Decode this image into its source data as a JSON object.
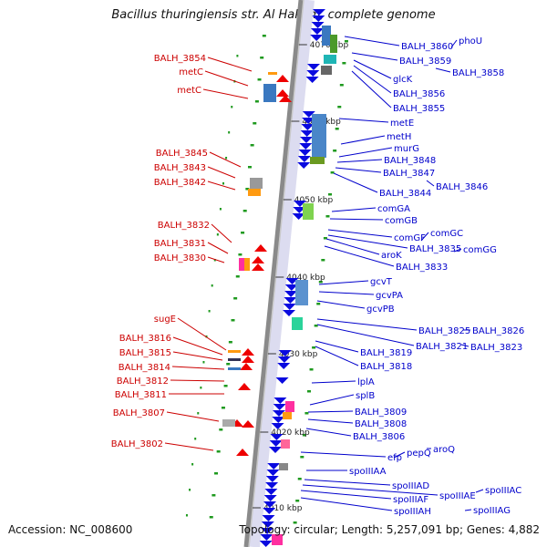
{
  "title": "Bacillus thuringiensis str. Al Hakam, complete genome",
  "accession": "Accession: NC_008600",
  "topology": "Topology: circular; Length: 5,257,091 bp; Genes: 4,882",
  "colors": {
    "left_label": "#cc0000",
    "right_label": "#0000cc",
    "strand_minus": "#ee0000",
    "strand_plus": "#0a0adf",
    "backbone": "#8a8a8a",
    "dots": "#1f9a1f"
  },
  "ruler_ticks": [
    "4070 kbp",
    "4060 kbp",
    "4050 kbp",
    "4040 kbp",
    "4030 kbp",
    "4020 kbp",
    "4010 kbp"
  ],
  "left_labels": [
    "BALH_3854",
    "metC",
    "metC",
    "BALH_3845",
    "BALH_3843",
    "BALH_3842",
    "BALH_3832",
    "BALH_3831",
    "BALH_3830",
    "sugE",
    "BALH_3816",
    "BALH_3815",
    "BALH_3814",
    "BALH_3812",
    "BALH_3811",
    "BALH_3807",
    "BALH_3802"
  ],
  "right_labels": [
    "BALH_3860",
    "phoU",
    "BALH_3859",
    "BALH_3858",
    "glcK",
    "BALH_3856",
    "BALH_3855",
    "metE",
    "metH",
    "murG",
    "BALH_3848",
    "BALH_3847",
    "BALH_3846",
    "BALH_3844",
    "comGA",
    "comGB",
    "comGC",
    "comGF",
    "BALH_3835",
    "comGG",
    "aroK",
    "BALH_3833",
    "gcvT",
    "gcvPA",
    "gcvPB",
    "BALH_3825",
    "BALH_3826",
    "BALH_3821",
    "BALH_3823",
    "BALH_3819",
    "BALH_3818",
    "lplA",
    "splB",
    "BALH_3809",
    "BALH_3808",
    "BALH_3806",
    "aroQ",
    "pepQ",
    "efp",
    "spoIIIAA",
    "spoIIIAD",
    "spoIIIAC",
    "spoIIIAE",
    "spoIIIAF",
    "spoIIIAH",
    "spoIIIAG"
  ]
}
